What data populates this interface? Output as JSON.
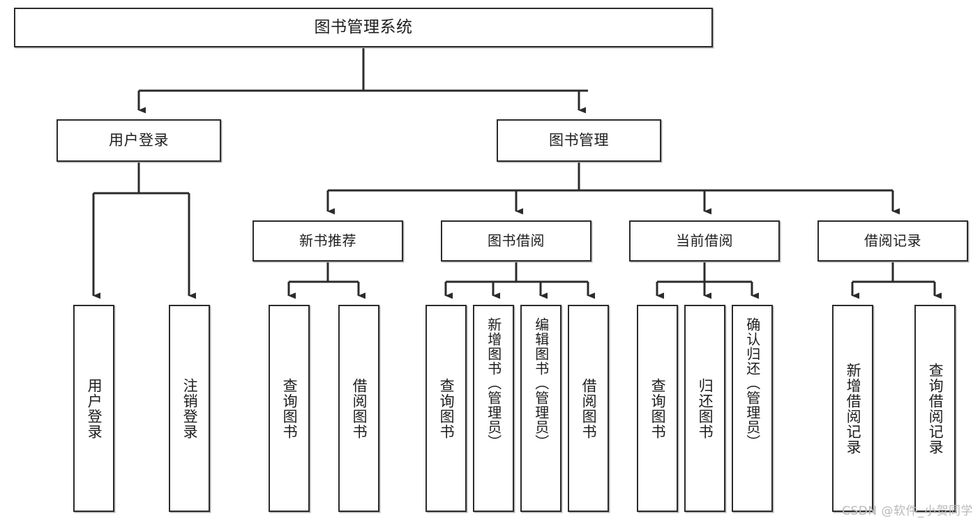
{
  "diagram": {
    "type": "tree-hierarchy",
    "title": "图书管理系统",
    "watermark": "CSDN @软件_小贺同学",
    "colors": {
      "background": "#ffffff",
      "node_border": "#2b2b2b",
      "node_fill": "#ffffff",
      "edge": "#2b2b2b",
      "text": "#1d1d1d",
      "watermark": "#b9b9b9"
    },
    "root": {
      "label": "图书管理系统"
    },
    "level2": [
      {
        "id": "user-login",
        "label": "用户登录"
      },
      {
        "id": "book-manage",
        "label": "图书管理"
      }
    ],
    "level3": [
      {
        "id": "new-book-recommend",
        "label": "新书推荐",
        "parent": "book-manage"
      },
      {
        "id": "book-borrow",
        "label": "图书借阅",
        "parent": "book-manage"
      },
      {
        "id": "current-borrow",
        "label": "当前借阅",
        "parent": "book-manage"
      },
      {
        "id": "borrow-record",
        "label": "借阅记录",
        "parent": "book-manage"
      }
    ],
    "leaves": [
      {
        "id": "leaf-user-login",
        "label": "用户登录",
        "parent": "user-login"
      },
      {
        "id": "leaf-user-logout",
        "label": "注销登录",
        "parent": "user-login"
      },
      {
        "id": "leaf-rec-query-book",
        "label": "查询图书",
        "parent": "new-book-recommend"
      },
      {
        "id": "leaf-rec-borrow-book",
        "label": "借阅图书",
        "parent": "new-book-recommend"
      },
      {
        "id": "leaf-borrow-query-book",
        "label": "查询图书",
        "parent": "book-borrow"
      },
      {
        "id": "leaf-borrow-add-book",
        "label": "新增图书（管理员）",
        "parent": "book-borrow"
      },
      {
        "id": "leaf-borrow-edit-book",
        "label": "编辑图书（管理员）",
        "parent": "book-borrow"
      },
      {
        "id": "leaf-borrow-borrow-book",
        "label": "借阅图书",
        "parent": "book-borrow"
      },
      {
        "id": "leaf-current-query-book",
        "label": "查询图书",
        "parent": "current-borrow"
      },
      {
        "id": "leaf-current-return-book",
        "label": "归还图书",
        "parent": "current-borrow"
      },
      {
        "id": "leaf-current-confirm-return",
        "label": "确认归还（管理员）",
        "parent": "current-borrow"
      },
      {
        "id": "leaf-record-add",
        "label": "新增借阅记录",
        "parent": "borrow-record"
      },
      {
        "id": "leaf-record-query",
        "label": "查询借阅记录",
        "parent": "borrow-record"
      }
    ]
  }
}
